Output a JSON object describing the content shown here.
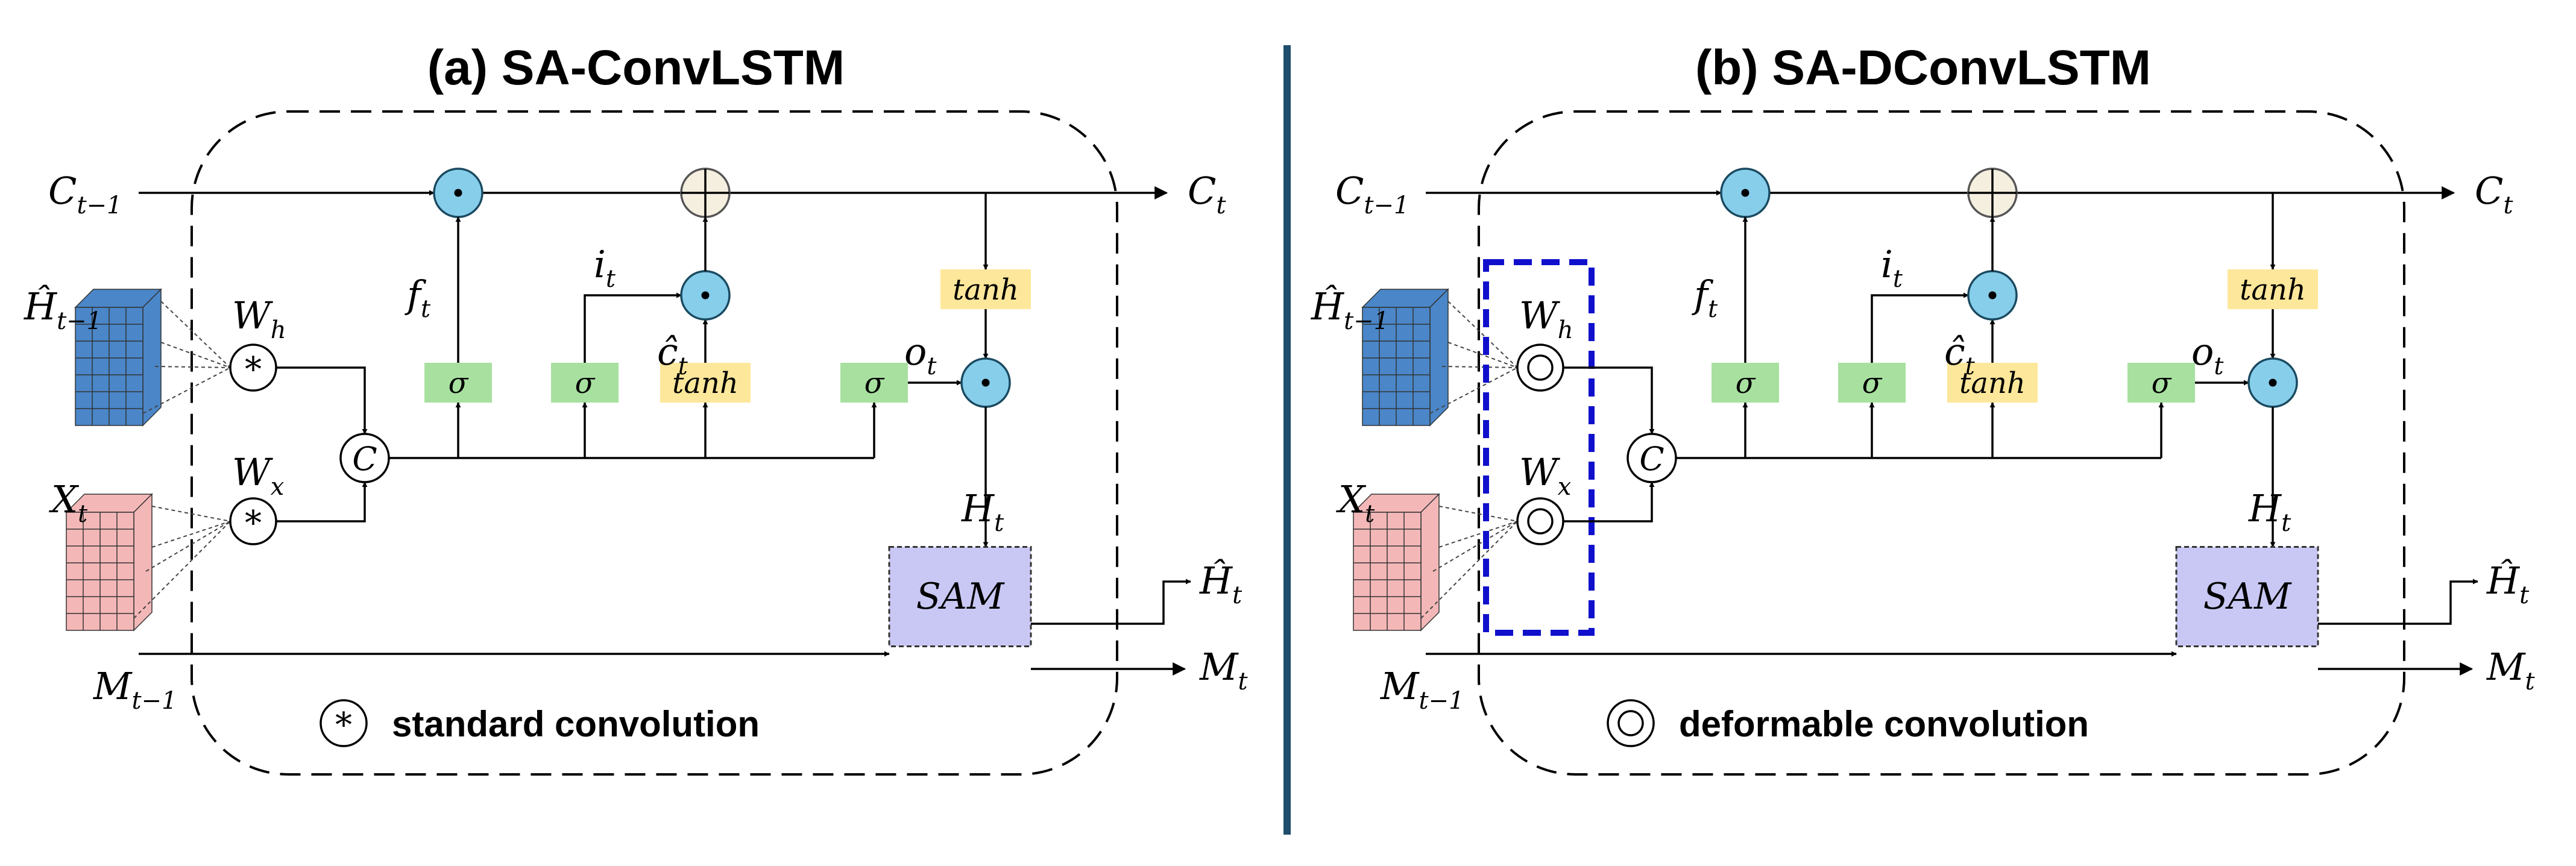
{
  "colors": {
    "gate_circle": "#87ceeb",
    "add_circle": "#f5efe0",
    "sigma_box": "#a8e0a0",
    "tanh_box": "#fde79a",
    "sam_box": "#c9c8f5",
    "hidden_cube": "#4a86c8",
    "input_cube": "#f4b7b7",
    "divider": "#1f4e6b",
    "deform_box": "#1010cc"
  },
  "icons": [
    "multiply-gate-icon",
    "add-gate-icon",
    "concat-icon",
    "standard-convolution-icon",
    "deformable-convolution-icon",
    "feature-cube-icon"
  ],
  "panels": [
    {
      "title": "(a) SA-ConvLSTM",
      "legend": "standard convolution",
      "conv_symbol": "*",
      "labels": {
        "c_prev": "C",
        "c_prev_sub": "t−1",
        "c_out": "C",
        "c_out_sub": "t",
        "h_in": "Ĥ",
        "h_in_sub": "t−1",
        "x_in": "X",
        "x_in_sub": "t",
        "w_h": "W",
        "w_h_sub": "h",
        "w_x": "W",
        "w_x_sub": "x",
        "concat": "C",
        "f": "f",
        "f_sub": "t",
        "i": "i",
        "i_sub": "t",
        "c_hat": "ĉ",
        "c_hat_sub": "t",
        "o": "o",
        "o_sub": "t",
        "h_t": "H",
        "h_t_sub": "t",
        "h_out": "Ĥ",
        "h_out_sub": "t",
        "m_prev": "M",
        "m_prev_sub": "t−1",
        "m_out": "M",
        "m_out_sub": "t",
        "sigma": "σ",
        "tanh": "tanh",
        "sam": "SAM"
      }
    },
    {
      "title": "(b) SA-DConvLSTM",
      "legend": "deformable convolution",
      "conv_symbol": "",
      "labels": {
        "c_prev": "C",
        "c_prev_sub": "t−1",
        "c_out": "C",
        "c_out_sub": "t",
        "h_in": "Ĥ",
        "h_in_sub": "t−1",
        "x_in": "X",
        "x_in_sub": "t",
        "w_h": "W",
        "w_h_sub": "h",
        "w_x": "W",
        "w_x_sub": "x",
        "concat": "C",
        "f": "f",
        "f_sub": "t",
        "i": "i",
        "i_sub": "t",
        "c_hat": "ĉ",
        "c_hat_sub": "t",
        "o": "o",
        "o_sub": "t",
        "h_t": "H",
        "h_t_sub": "t",
        "h_out": "Ĥ",
        "h_out_sub": "t",
        "m_prev": "M",
        "m_prev_sub": "t−1",
        "m_out": "M",
        "m_out_sub": "t",
        "sigma": "σ",
        "tanh": "tanh",
        "sam": "SAM"
      }
    }
  ]
}
